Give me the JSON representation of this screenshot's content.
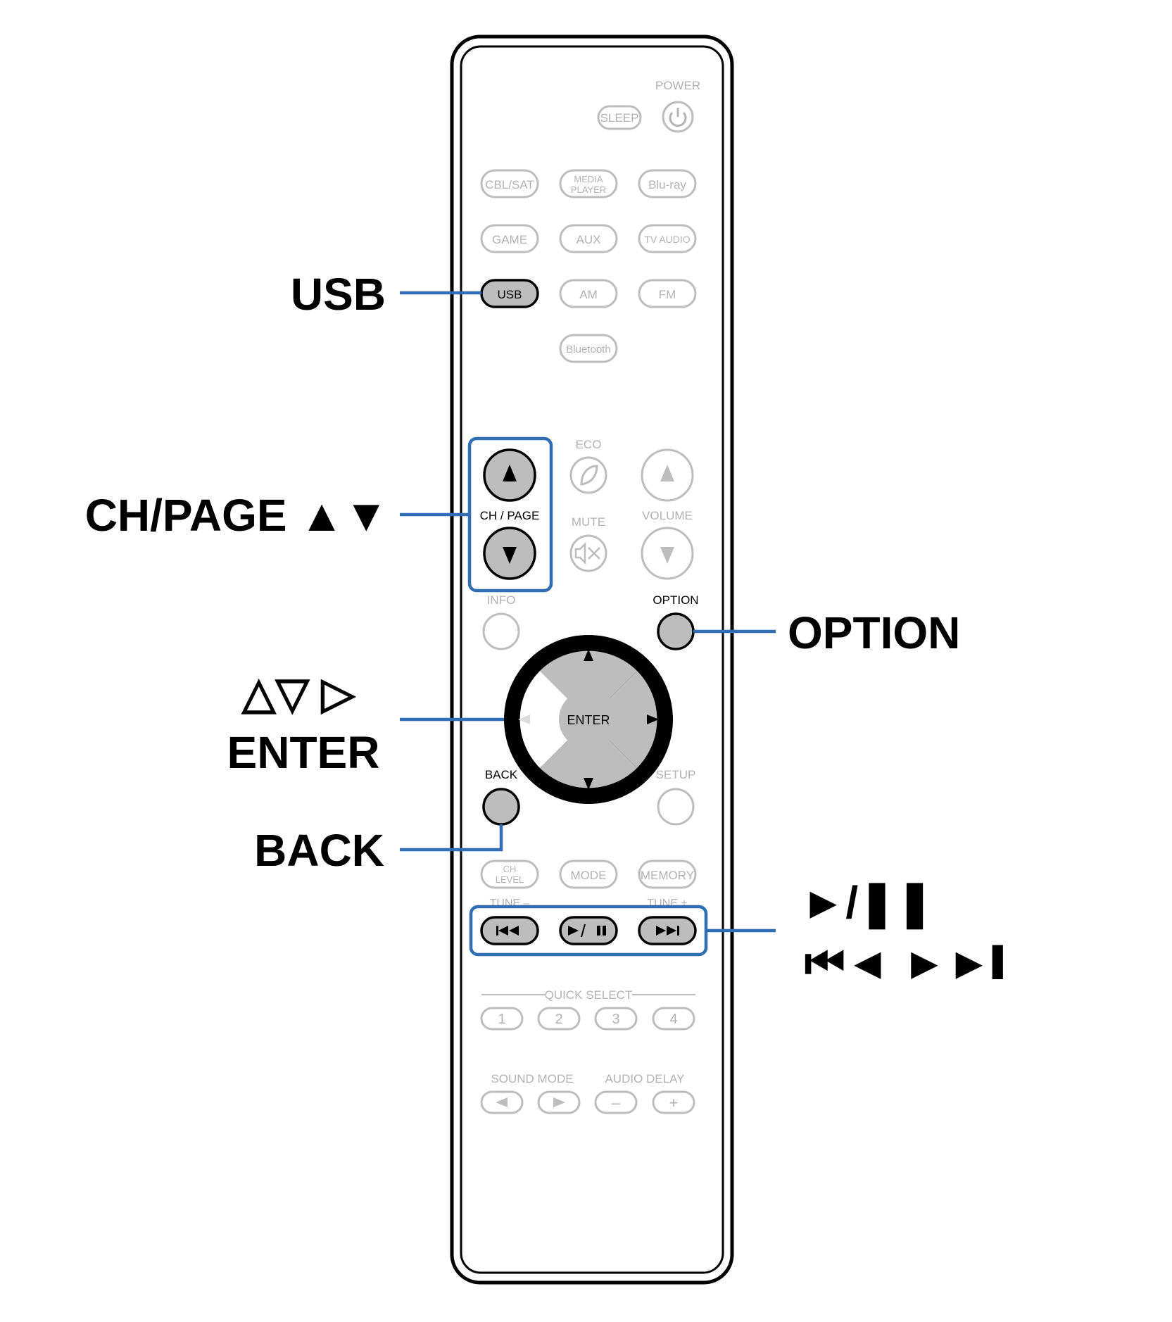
{
  "callouts": {
    "usb": "USB",
    "ch_page": "CH/PAGE ▲▼",
    "option": "OPTION",
    "cursor_symbols": "△▽ ▷",
    "enter": "ENTER",
    "back": "BACK",
    "play_pause": "►/❚❚",
    "skip": "⏮◄ ►►❙"
  },
  "remote": {
    "power_label": "POWER",
    "sleep": "SLEEP",
    "sources_row1": [
      "CBL/SAT",
      "MEDIA",
      "PLAYER",
      "Blu-ray"
    ],
    "sources_row2": [
      "GAME",
      "AUX",
      "TV AUDIO"
    ],
    "sources_row3": [
      "USB",
      "AM",
      "FM"
    ],
    "bluetooth": "Bluetooth",
    "eco": "ECO",
    "ch_page_label": "CH / PAGE",
    "mute": "MUTE",
    "volume": "VOLUME",
    "info": "INFO",
    "option": "OPTION",
    "enter": "ENTER",
    "back": "BACK",
    "setup": "SETUP",
    "ch_level_1": "CH",
    "ch_level_2": "LEVEL",
    "mode": "MODE",
    "memory": "MEMORY",
    "tune_minus": "TUNE –",
    "tune_plus": "TUNE +",
    "quick_select": "QUICK SELECT",
    "quick_numbers": [
      "1",
      "2",
      "3",
      "4"
    ],
    "sound_mode": "SOUND MODE",
    "audio_delay": "AUDIO DELAY",
    "minus": "–",
    "plus": "+"
  },
  "colors": {
    "highlight": "#2f6eb5",
    "active_button": "#bdbdbd",
    "inactive": "#bdbdbd"
  }
}
